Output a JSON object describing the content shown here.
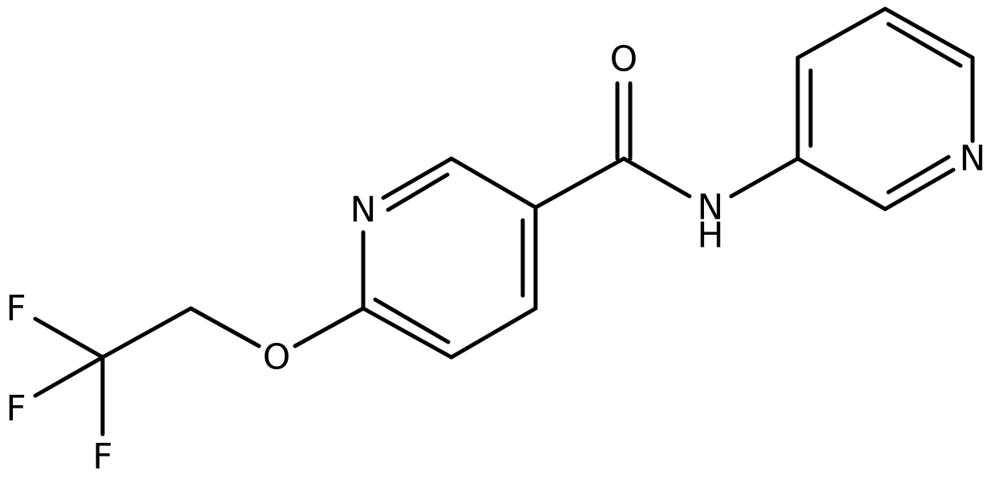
{
  "colors": {
    "background": "#ffffff",
    "bond": "#000000",
    "label": "#000000"
  },
  "atoms": {
    "carbonyl_oxygen": "O",
    "amide_nitrogen": "N",
    "amide_hydrogen": "H",
    "pyridine_3yl_nitrogen": "N",
    "nicotinamide_ring_nitrogen": "N",
    "ether_oxygen": "O",
    "fluorine_1": "F",
    "fluorine_2": "F",
    "fluorine_3": "F"
  }
}
